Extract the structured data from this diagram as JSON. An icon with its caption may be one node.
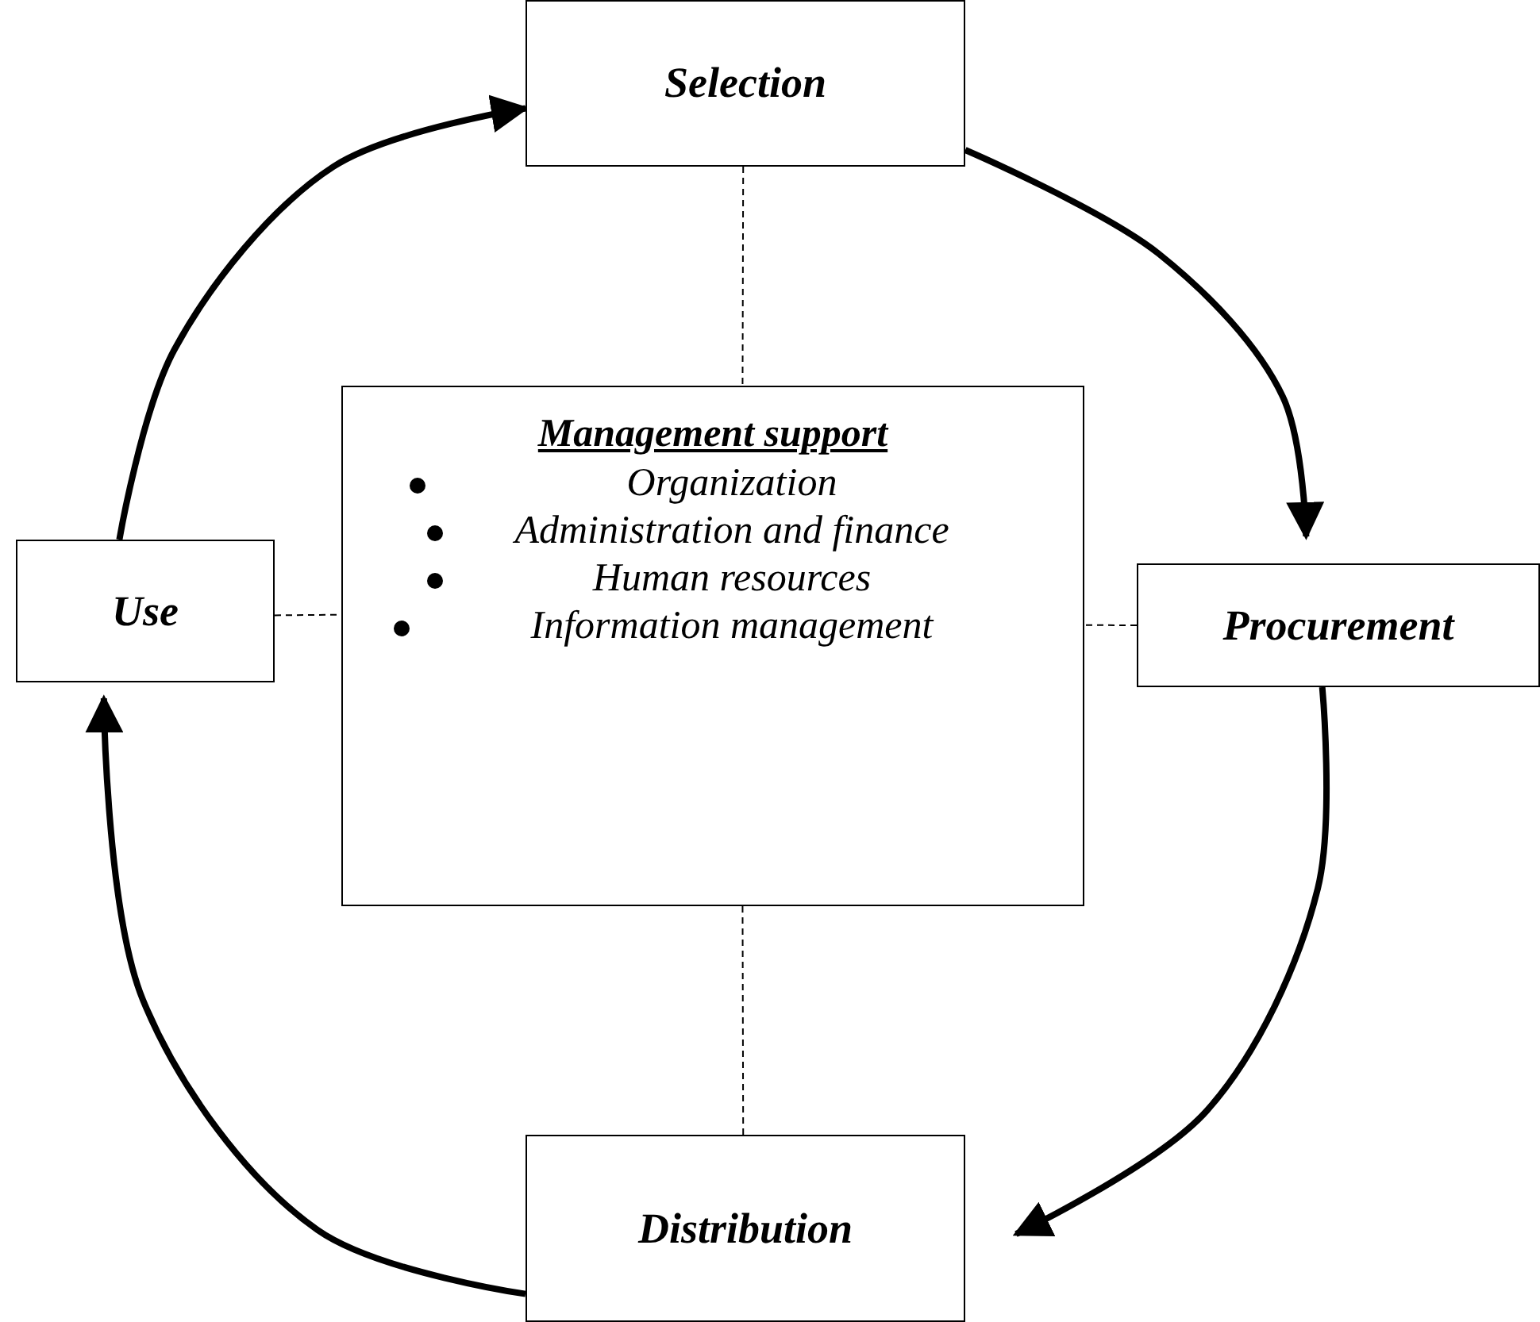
{
  "diagram": {
    "nodes": [
      {
        "text": [
          "Selection"
        ]
      },
      {
        "text": [
          "Procurement"
        ]
      },
      {
        "text": [
          "Distribution"
        ]
      },
      {
        "text": [
          "Use"
        ]
      },
      {
        "text": [
          "Management support",
          "Organization",
          "Administration and finance",
          "Human resources",
          "Information management"
        ]
      }
    ],
    "edges": [
      {
        "from": 0,
        "to": 1,
        "arrow": "to",
        "style": "thick"
      },
      {
        "from": 1,
        "to": 2,
        "arrow": "to",
        "style": "thick"
      },
      {
        "from": 2,
        "to": 3,
        "arrow": "to",
        "style": "thick"
      },
      {
        "from": 3,
        "to": 0,
        "arrow": "to",
        "style": "thick"
      },
      {
        "from": 0,
        "to": 4,
        "arrow": "none",
        "style": "dashed"
      },
      {
        "from": 3,
        "to": 4,
        "arrow": "none",
        "style": "dashed"
      },
      {
        "from": 1,
        "to": 4,
        "arrow": "none",
        "style": "dashed"
      },
      {
        "from": 4,
        "to": 2,
        "arrow": "none",
        "style": "dashed"
      }
    ]
  }
}
